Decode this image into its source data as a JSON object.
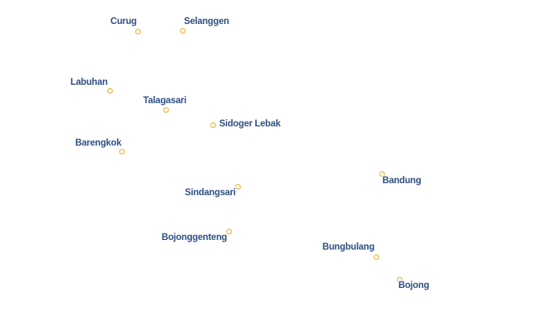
{
  "map": {
    "marker_color": "#e8b23a",
    "label_color": "#2f4f82",
    "places": [
      {
        "id": "curug",
        "name": "Curug"
      },
      {
        "id": "selanggen",
        "name": "Selanggen"
      },
      {
        "id": "labuhan",
        "name": "Labuhan"
      },
      {
        "id": "talagasari",
        "name": "Talagasari"
      },
      {
        "id": "sidoger-lebak",
        "name": "Sidoger Lebak"
      },
      {
        "id": "barengkok",
        "name": "Barengkok"
      },
      {
        "id": "bandung",
        "name": "Bandung"
      },
      {
        "id": "sindangsari",
        "name": "Sindangsari"
      },
      {
        "id": "bojonggenteng",
        "name": "Bojonggenteng"
      },
      {
        "id": "bungbulang",
        "name": "Bungbulang"
      },
      {
        "id": "bojong",
        "name": "Bojong"
      }
    ]
  }
}
